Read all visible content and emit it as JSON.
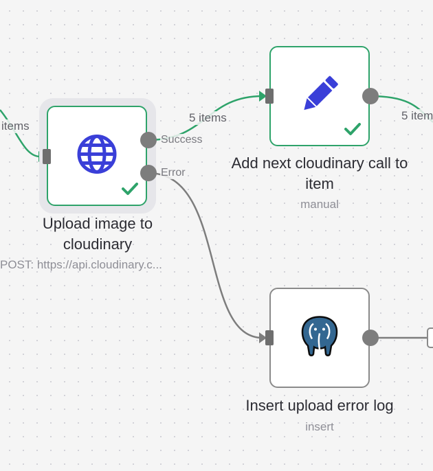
{
  "nodes": [
    {
      "id": "upload",
      "title": "Upload image to cloudinary",
      "subtitle": "POST: https://api.cloudinary.c...",
      "icon": "globe-icon",
      "status": "success",
      "selected": true
    },
    {
      "id": "addnext",
      "title": "Add next cloudinary call to item",
      "subtitle": "manual",
      "icon": "pencil-icon",
      "status": "success"
    },
    {
      "id": "insertlog",
      "title": "Insert upload error log",
      "subtitle": "insert",
      "icon": "postgres-elephant-icon",
      "status": "idle"
    }
  ],
  "outputs": {
    "success_label": "Success",
    "error_label": "Error"
  },
  "edges": {
    "incoming_label": "items",
    "upload_to_addnext_label": "5 items",
    "addnext_out_label": "5 item"
  },
  "colors": {
    "canvas": "#f5f5f5",
    "success_green": "#2ea36a",
    "edge_gray": "#7d7d7d",
    "node_border_idle": "#8a8a8a",
    "icon_blue": "#3a3fd8",
    "postgres_blue": "#336791"
  }
}
